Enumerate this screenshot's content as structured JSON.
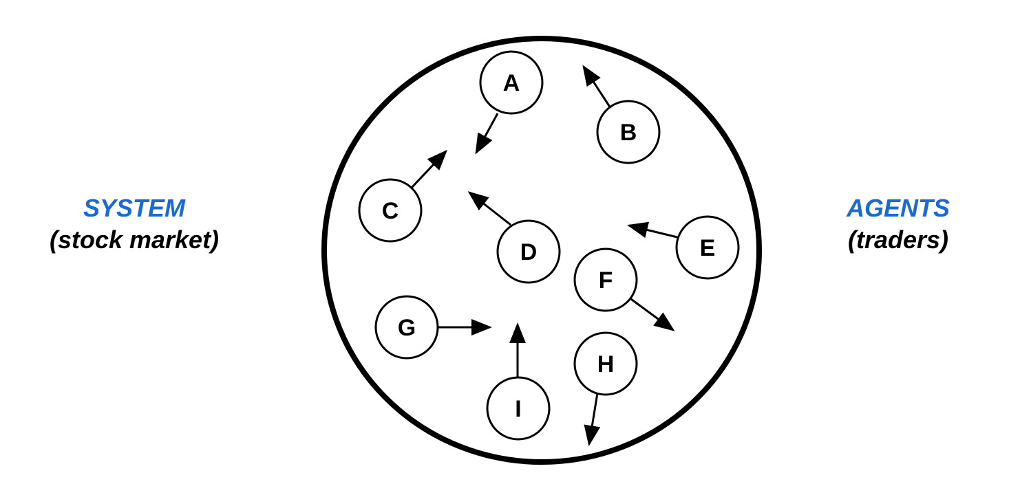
{
  "colors": {
    "primary_label": "#1a6ad6",
    "secondary_label": "#000000",
    "stroke": "#000000",
    "fill": "#ffffff"
  },
  "system": {
    "title": "SYSTEM",
    "subtitle": "(stock market)"
  },
  "agents": {
    "title": "AGENTS",
    "subtitle": "(traders)"
  },
  "nodes": [
    {
      "id": "A",
      "label": "A"
    },
    {
      "id": "B",
      "label": "B"
    },
    {
      "id": "C",
      "label": "C"
    },
    {
      "id": "D",
      "label": "D"
    },
    {
      "id": "E",
      "label": "E"
    },
    {
      "id": "F",
      "label": "F"
    },
    {
      "id": "G",
      "label": "G"
    },
    {
      "id": "H",
      "label": "H"
    },
    {
      "id": "I",
      "label": "I"
    }
  ]
}
